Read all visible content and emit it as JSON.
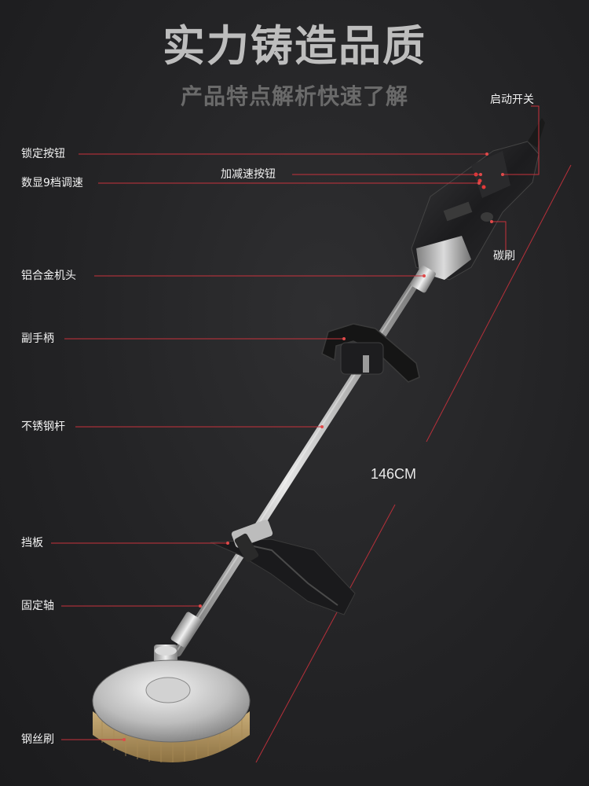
{
  "header": {
    "title": "实力铸造品质",
    "subtitle": "产品特点解析快速了解"
  },
  "labels": {
    "start_switch": "启动开关",
    "lock_button": "锁定按钮",
    "speed_button": "加减速按钮",
    "digital_speed": "数显9档调速",
    "carbon_brush": "碳刷",
    "alloy_head": "铝合金机头",
    "aux_handle": "副手柄",
    "steel_rod": "不锈钢杆",
    "baffle": "挡板",
    "fixed_shaft": "固定轴",
    "wire_brush": "钢丝刷"
  },
  "dimension": {
    "length": "146CM"
  },
  "colors": {
    "leader_line": "#c8323c",
    "background": "#252527",
    "title_text": "#bdbdbd",
    "subtitle_text": "#6a6a6a"
  }
}
